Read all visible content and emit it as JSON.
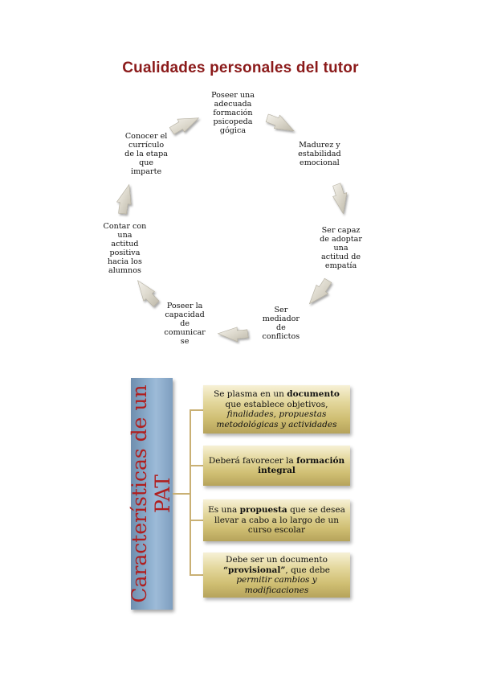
{
  "cycle": {
    "title": "Cualidades personales del tutor",
    "nodes": [
      {
        "lines": [
          "Poseer una",
          "adecuada",
          "formación",
          "psicopeda",
          "gógica"
        ]
      },
      {
        "lines": [
          "Madurez y",
          "estabilidad",
          "emocional"
        ]
      },
      {
        "lines": [
          "Ser capaz",
          "de adoptar",
          "una",
          "actitud de",
          "empatía"
        ]
      },
      {
        "lines": [
          "Ser",
          "mediador",
          "de",
          "conflictos"
        ]
      },
      {
        "lines": [
          "Poseer la",
          "capacidad",
          "de",
          "comunicar",
          "se"
        ]
      },
      {
        "lines": [
          "Contar con",
          "una",
          "actitud",
          "positiva",
          "hacia los",
          "alumnos"
        ]
      },
      {
        "lines": [
          "Conocer el",
          "currículo",
          "de la etapa",
          "que",
          "imparte"
        ]
      }
    ]
  },
  "pat": {
    "title": "Características de un PAT",
    "boxes": [
      {
        "segments": [
          {
            "t": "Se plasma en un ",
            "s": "n"
          },
          {
            "t": "documento",
            "s": "b"
          },
          {
            "t": " que establece objetivos, ",
            "s": "n"
          },
          {
            "t": "finalidades, propuestas metodológicas y actividades",
            "s": "i"
          }
        ]
      },
      {
        "segments": [
          {
            "t": "Deberá favorecer la ",
            "s": "n"
          },
          {
            "t": "formación integral",
            "s": "b"
          }
        ]
      },
      {
        "segments": [
          {
            "t": "Es una ",
            "s": "n"
          },
          {
            "t": "propuesta",
            "s": "b"
          },
          {
            "t": " que se desea llevar a cabo a lo largo de un curso escolar",
            "s": "n"
          }
        ]
      },
      {
        "segments": [
          {
            "t": "Debe ser un documento ",
            "s": "n"
          },
          {
            "t": "“provisional”",
            "s": "b"
          },
          {
            "t": ", que debe ",
            "s": "n"
          },
          {
            "t": "permitir cambios y modificaciones",
            "s": "i"
          }
        ]
      }
    ]
  }
}
